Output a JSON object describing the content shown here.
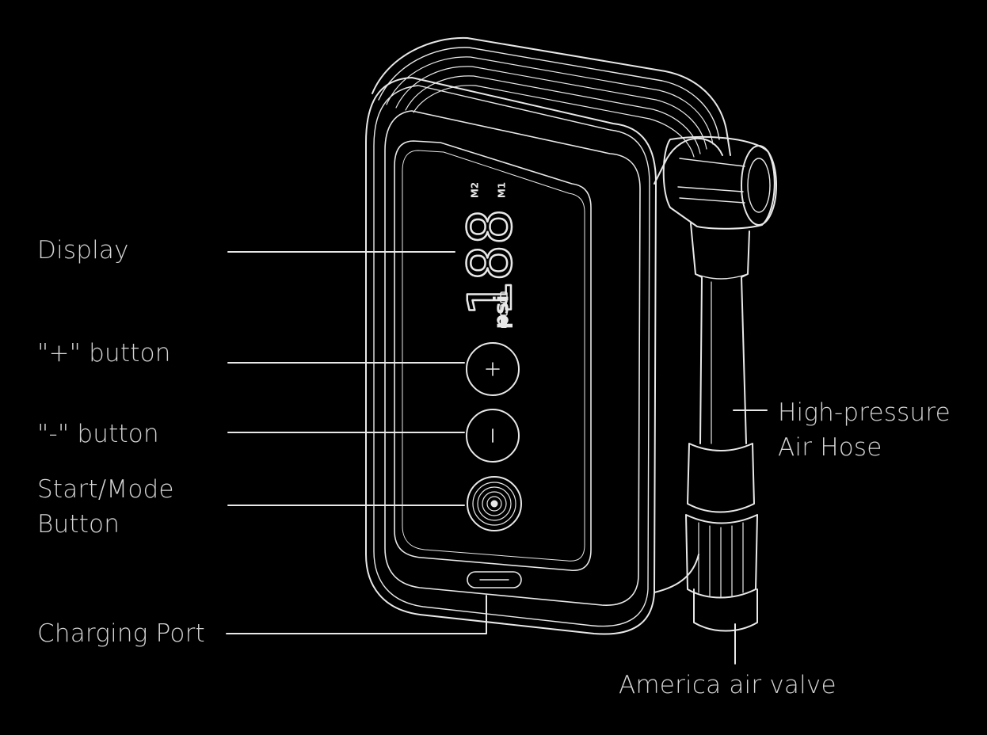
{
  "diagram": {
    "colors": {
      "background": "#000000",
      "line": "#e8e8e8",
      "text": "#d4d4d4"
    },
    "device_display": {
      "mode_labels": [
        "M1",
        "M2"
      ],
      "digits": "188",
      "unit": "psi"
    },
    "callouts": {
      "display": "Display",
      "plus_button": "\"+\" button",
      "minus_button": "\"-\" button",
      "start_mode_line1": "Start/Mode",
      "start_mode_line2": "Button",
      "charging_port": "Charging Port",
      "hose_line1": "High-pressure",
      "hose_line2": "Air Hose",
      "valve": "America air valve"
    }
  }
}
